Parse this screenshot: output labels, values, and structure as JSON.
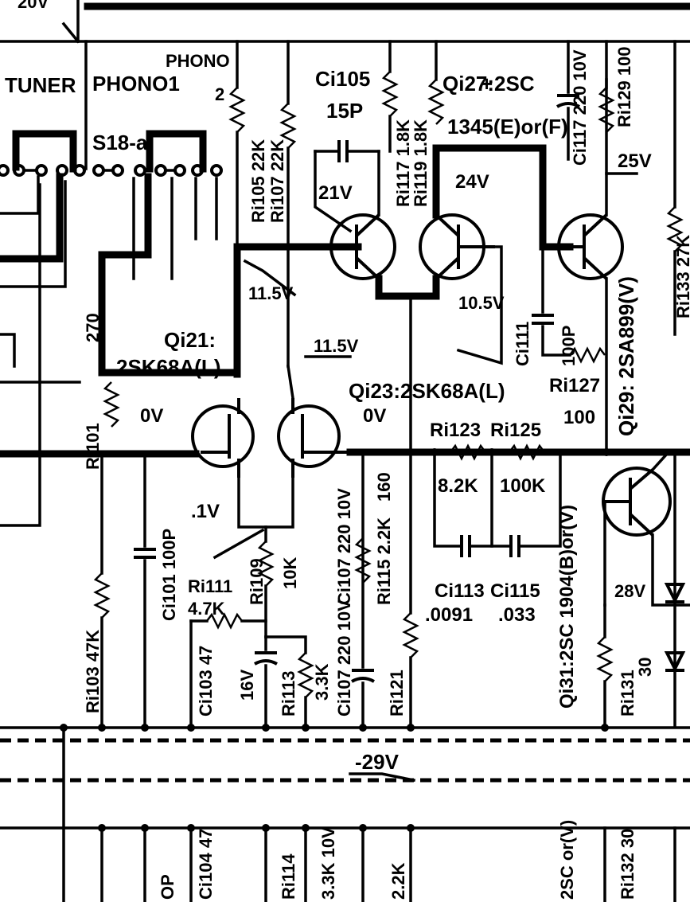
{
  "switch": {
    "tuner": "TUNER",
    "phono1": "PHONO1",
    "phono2_a": "PHONO",
    "phono2_b": "2",
    "s18": "S18-a",
    "top_voltage": "20V"
  },
  "resistors": {
    "r105": "Ri105 22K",
    "r107": "Ri107 22K",
    "r117": "Ri117 1.8K",
    "r119": "Ri119 1.8K",
    "r129": "Ri129 100",
    "r101_name": "Ri101",
    "r101_val": "270",
    "r103": "Ri103 47K",
    "r111_name": "Ri111",
    "r111_val": "4.7K",
    "r109_name": "Ri109",
    "r109_val": "10K",
    "r113_name": "Ri113",
    "r113_val": "3.3K",
    "r115": "Ri115 2.2K",
    "r115_val": "160",
    "r121": "Ri121",
    "r123_name": "Ri123",
    "r123_val": "8.2K",
    "r125_name": "Ri125",
    "r125_val": "100K",
    "r127_name": "Ri127",
    "r127_val": "100",
    "r131_name": "Ri131",
    "r131_val": "30",
    "r133": "Ri133 27K"
  },
  "capacitors": {
    "c105_name": "Ci105",
    "c105_val": "15P",
    "c117": "Ci117 220 10V",
    "c111": "Ci111",
    "c111_val": "100P",
    "c101": "Ci101 100P",
    "c103": "Ci103 47",
    "c107": "Ci107 220 10V",
    "c113_name": "Ci113",
    "c113_val": ".0091",
    "c115_name": "Ci115",
    "c115_val": ".033"
  },
  "transistors": {
    "q121_a": "Qi21:",
    "q121_b": "2SK68A(L)",
    "q123": "Qi23:2SK68A(L)",
    "q127_a": "Qi27:2SC",
    "q127_b": "1345(E)or(F)",
    "q129": "Qi29: 2SA899(V)",
    "q131": "Qi31:2SC 1904(B)or(V)"
  },
  "voltages": {
    "v21": "21V",
    "v24": "24V",
    "v25": "25V",
    "v115a": "11.5V",
    "v115b": "11.5V",
    "v105": "10.5V",
    "v0a": "0V",
    "v0b": "0V",
    "v01": ".1V",
    "v16": "16V",
    "v28": "28V",
    "vneg29": "-29V"
  },
  "lower": {
    "c104": "Ci104 47",
    "r114": "Ri114",
    "r114_val": "3.3K 10V",
    "r122": "2.2K",
    "op": "OP",
    "q132": "2SC or(V)",
    "r132": "Ri132 30"
  }
}
